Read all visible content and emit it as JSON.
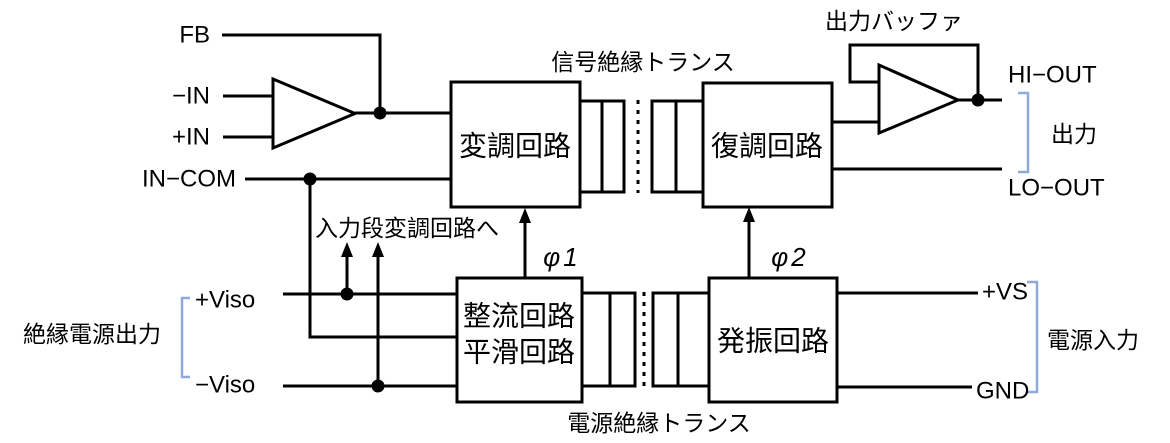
{
  "diagram": {
    "title_implicit": "isolation amplifier block diagram",
    "colors": {
      "line": "#000000",
      "bracket": "#8FAADC",
      "background": "#FFFFFF"
    },
    "ports": {
      "fb": "FB",
      "neg_in": "−IN",
      "pos_in": "+IN",
      "in_com": "IN−COM",
      "hi_out": "HI−OUT",
      "lo_out": "LO−OUT",
      "pos_viso": "+Viso",
      "neg_viso": "−Viso",
      "pos_vs": "+VS",
      "gnd": "GND"
    },
    "blocks": {
      "modulator": "変調回路",
      "demodulator": "復調回路",
      "rectifier_line1": "整流回路",
      "rectifier_line2": "平滑回路",
      "oscillator": "発振回路"
    },
    "annotations": {
      "signal_transformer": "信号絶縁トランス",
      "power_transformer": "電源絶縁トランス",
      "output_buffer": "出力バッファ",
      "to_input_stage_modulator": "入力段変調回路へ",
      "phi1": "φ1",
      "phi2": "φ2",
      "output_group": "出力",
      "power_input_group": "電源入力",
      "isolated_power_output_group": "絶縁電源出力"
    }
  }
}
